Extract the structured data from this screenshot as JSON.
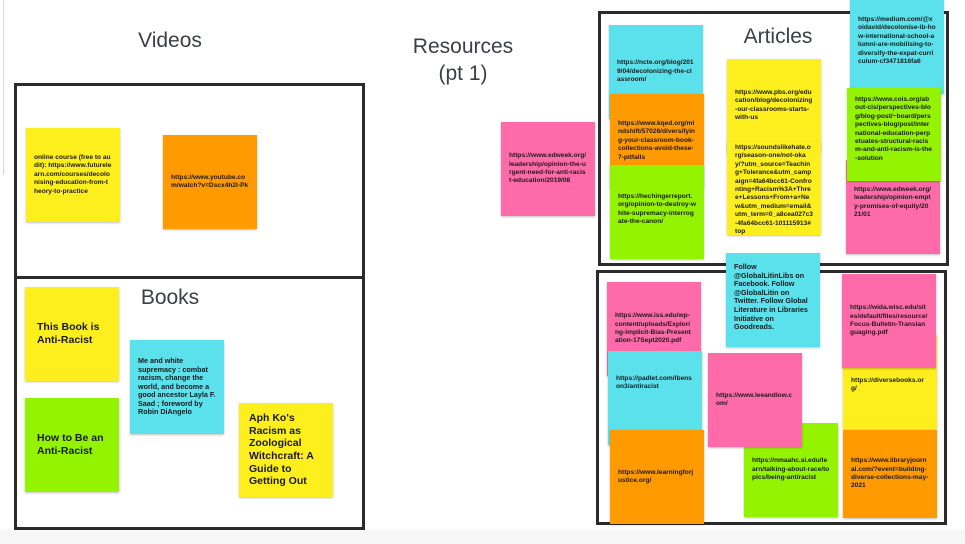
{
  "headings": {
    "videos": "Videos",
    "resources_line1": "Resources",
    "resources_line2": "(pt 1)",
    "articles": "Articles",
    "books": "Books"
  },
  "colors": {
    "yellow": "#fdef1e",
    "orange": "#ff9a00",
    "cyan": "#5ae1ec",
    "green": "#94f300",
    "pink": "#ff6ba8"
  },
  "videos": [
    {
      "text": "online course (free to audit): https://www.futurelearn.com/courses/decolonising-education-from-theory-to-practice",
      "color": "yellow"
    },
    {
      "text": "https://www.youtube.com/watch?v=Dscx4h2l-Pk",
      "color": "orange"
    }
  ],
  "books": [
    {
      "text": "This Book is Anti-Racist",
      "color": "yellow"
    },
    {
      "text": "How to Be an Anti-Racist",
      "color": "green"
    },
    {
      "text": "Me and white supremacy : combat racism, change the world, and become a good ancestor Layla F. Saad ; foreword by Robin DiAngelo",
      "color": "cyan"
    },
    {
      "text": "Aph Ko's Racism as Zoological Witchcraft: A Guide to Getting Out",
      "color": "yellow"
    }
  ],
  "loose": [
    {
      "text": "https://www.edweek.org/leadership/opinion-the-urgent-need-for-anti-racist-education/2019/08",
      "color": "pink"
    }
  ],
  "articles": [
    {
      "text": "https://ncte.org/blog/2019/04/decolonizing-the-classroom/",
      "color": "cyan"
    },
    {
      "text": "https://www.kqed.org/mindshift/57026/diversifying-your-classroom-book-collections-avoid-these-7-pitfalls",
      "color": "orange"
    },
    {
      "text": "https://hechingerreport.org/opinion-to-destroy-white-supremacy-interrogate-the-canon/",
      "color": "green"
    },
    {
      "text": "https://www.pbs.org/education/blog/decolonizing-our-classrooms-starts-with-us",
      "color": "yellow"
    },
    {
      "text": "https://soundslikehate.org/season-one/not-okay/?utm_source=Teaching+Tolerance&utm_campaign=4fa64bcc61-Confronting+Racism%3A+Three+Lessons+From+a+New&utm_medium=email&utm_term=0_a8cea027c3-4fa64bcc61-101115913#top",
      "color": "yellow"
    },
    {
      "text": "https://medium.com/@xoidavid/decolonise-ib-how-international-school-alumni-are-mobilising-to-diversify-the-expat-curriculum-cf3471816fa6",
      "color": "cyan"
    },
    {
      "text": "https://www.cois.org/about-cis/perspectives-blog/blog-post/~board/perspectives-blog/post/international-education-perpetuates-structural-racism-and-anti-racism-is-the-solution",
      "color": "green"
    },
    {
      "text": "https://www.edweek.org/leadership/opinion-empty-promises-of-equity/2021/01",
      "color": "pink"
    }
  ],
  "more": [
    {
      "text": "Follow @GlobalLitinLibs on Facebook. Follow @GlobalLitin on Twitter. Follow Global Literature in Libraries Initiative on Goodreads.",
      "color": "cyan"
    },
    {
      "text": "https://www.iss.edu/wp-content/uploads/Exploring-Implicit-Bias-Presentation-17Sept2020.pdf",
      "color": "pink"
    },
    {
      "text": "https://padlet.com/lbenson3/antiracist",
      "color": "cyan"
    },
    {
      "text": "https://www.learningforjustice.org/",
      "color": "orange"
    },
    {
      "text": "https://www.leeandlow.com/",
      "color": "pink"
    },
    {
      "text": "https://nmaahc.si.edu/learn/talking-about-race/topics/being-antiracist",
      "color": "green"
    },
    {
      "text": "https://diversebooks.org/",
      "color": "yellow"
    },
    {
      "text": "https://wida.wisc.edu/sites/default/files/resource/Focus-Bulletin-Translanguaging.pdf",
      "color": "pink"
    },
    {
      "text": "https://www.libraryjournal.com/?event=building-diverse-collections-may-2021",
      "color": "orange"
    }
  ]
}
